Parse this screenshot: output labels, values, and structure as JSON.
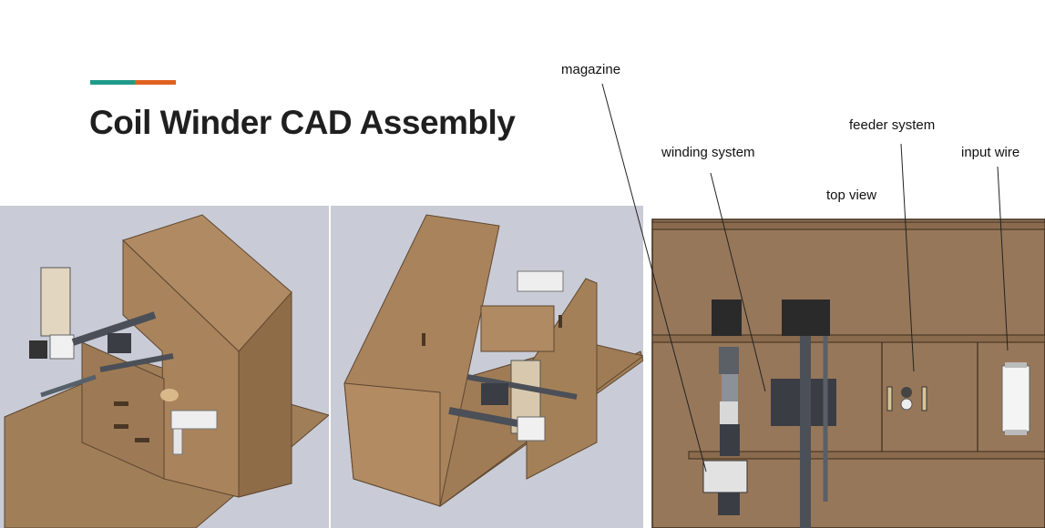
{
  "slide": {
    "title": "Coil Winder CAD Assembly",
    "accent_colors": [
      "#1f9a8a",
      "#e0611f"
    ]
  },
  "views": {
    "view_3": {
      "caption": "top view"
    }
  },
  "callouts": [
    {
      "id": "magazine",
      "label": "magazine"
    },
    {
      "id": "winding-system",
      "label": "winding system"
    },
    {
      "id": "feeder-system",
      "label": "feeder system"
    },
    {
      "id": "input-wire",
      "label": "input wire"
    }
  ],
  "colors": {
    "wood": "#9c7a56",
    "wood_dark": "#6e5236",
    "panel_bg": "#c9ccd6",
    "metal": "#5a5e66",
    "motor": "#2a2a2a",
    "white_part": "#e8e8e8"
  }
}
